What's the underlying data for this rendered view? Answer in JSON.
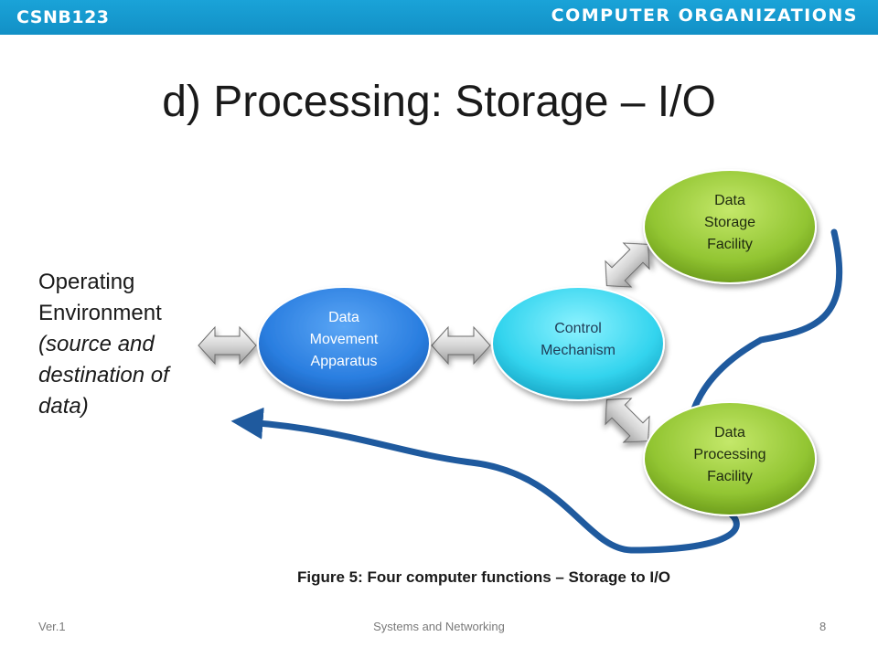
{
  "header": {
    "course_code": "CSNB123",
    "course_name": "COMPUTER ORGANIZATIONS"
  },
  "title": "d) Processing: Storage – I/O",
  "operating_environment": {
    "line1": "Operating",
    "line2": "Environment",
    "line3": "(source and",
    "line4": "destination of",
    "line5": "data)"
  },
  "nodes": {
    "data_movement": {
      "line1": "Data",
      "line2": "Movement",
      "line3": "Apparatus"
    },
    "control": {
      "line1": "Control",
      "line2": "Mechanism"
    },
    "data_storage": {
      "line1": "Data",
      "line2": "Storage",
      "line3": "Facility"
    },
    "data_processing": {
      "line1": "Data",
      "line2": "Processing",
      "line3": "Facility"
    }
  },
  "caption": "Figure 5: Four computer functions – Storage to I/O",
  "footer": {
    "version": "Ver.1",
    "center": "Systems and Networking",
    "page": "8"
  },
  "colors": {
    "header_bar": "#1aa3d8",
    "blue_node": "#2a7ee0",
    "cyan_node": "#33d4ee",
    "green_node": "#92c532",
    "flow_arrow": "#1f5a9e"
  }
}
